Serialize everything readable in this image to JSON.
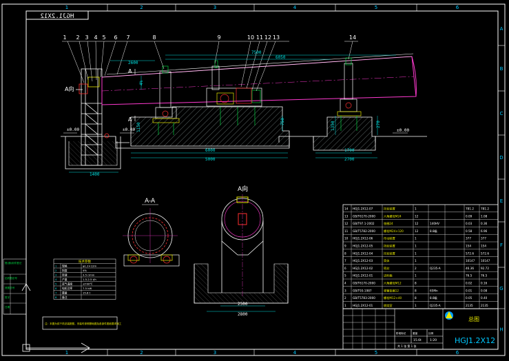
{
  "colors": {
    "background": "#000000",
    "frame": "#ffffff",
    "grid_text": "#00c8ff",
    "drum": "#ff3ad0",
    "structure": "#ffffff",
    "dimension": "#00e0e0",
    "green": "#00d040",
    "yellow": "#e8e800",
    "red": "#ff3030",
    "hatch": "#c8c8c8",
    "table_text": "#ffffff"
  },
  "border": {
    "columns": [
      "1",
      "2",
      "3",
      "4",
      "5",
      "6"
    ],
    "rows": [
      "A",
      "B",
      "C",
      "D",
      "E",
      "F",
      "G",
      "H"
    ]
  },
  "corner_stamp": "HGJ1.2X12",
  "main_view": {
    "part_numbers": [
      "1",
      "2",
      "3",
      "4",
      "5",
      "6",
      "7",
      "8",
      "9",
      "10",
      "11",
      "12",
      "13",
      "14"
    ],
    "section_label": "A",
    "view_marker": "A向",
    "dims": {
      "total_length": "7500",
      "segment_a": "2600",
      "segment_b": "6050",
      "base_span_1": "6000",
      "base_span_2": "5000",
      "base_right_1": "1700",
      "base_right_2": "2700",
      "left_width": "1400",
      "elev_left": "±0.00",
      "elev_mid": "±0.00",
      "elev_right": "±0.00",
      "small_a": "750",
      "small_b": "1350",
      "small_c": "1150",
      "small_d": "270",
      "slope_label": "4%"
    }
  },
  "section_aa": {
    "label": "A-A"
  },
  "view_a": {
    "label": "A向",
    "dim_1": "2500",
    "dim_2": "2800"
  },
  "left_table": {
    "title": "技术参数",
    "rows": [
      [
        "1",
        "规格",
        "φ1.2×12m"
      ],
      [
        "2",
        "斜度",
        "4%"
      ],
      [
        "3",
        "转速",
        "3.5 r/min"
      ],
      [
        "4",
        "产量",
        "1.5-2.5 t/h"
      ],
      [
        "5",
        "进气温度",
        "≤700℃"
      ],
      [
        "6",
        "电机功率",
        "7.5 kW"
      ],
      [
        "7",
        "重量",
        "15.6 t"
      ],
      [
        "8",
        "备注",
        ""
      ]
    ]
  },
  "note_box": {
    "text": "注：本图为烘干机总装配图，安装时参照基础图及各部件图纸要求施工"
  },
  "left_margin_labels": [
    "借(通)用件登记",
    "旧底图总号",
    "底图总号",
    "签字",
    "日期"
  ],
  "bom": {
    "rows": [
      [
        "14",
        "HGJ1.2X12-07",
        "托轮装置",
        "1",
        "",
        "781.2",
        "781.2"
      ],
      [
        "13",
        "GB/T6170-2000",
        "六角螺母M24",
        "12",
        "",
        "0.09",
        "1.08"
      ],
      [
        "12",
        "GB/T97.1-2002",
        "垫圈24",
        "12",
        "140HV",
        "0.03",
        "0.36"
      ],
      [
        "11",
        "GB/T5782-2000",
        "螺栓M24×120",
        "12",
        "8.8级",
        "0.58",
        "6.96"
      ],
      [
        "10",
        "HGJ1.2X12-06",
        "传动装置",
        "1",
        "",
        "377",
        "377"
      ],
      [
        "9",
        "HGJ1.2X12-05",
        "挡轮装置",
        "1",
        "",
        "154",
        "154"
      ],
      [
        "8",
        "HGJ1.2X12-04",
        "托轮装置",
        "1",
        "",
        "572.6",
        "572.6"
      ],
      [
        "7",
        "HGJ1.2X12-03",
        "筒体",
        "1",
        "",
        "10147",
        "10147"
      ],
      [
        "6",
        "HGJ1.2X12-02",
        "密封",
        "2",
        "Q235-A",
        "46.36",
        "92.72"
      ],
      [
        "5",
        "HGJ1.2X12-01",
        "进料箱",
        "1",
        "",
        "76.5",
        "76.5"
      ],
      [
        "4",
        "GB/T6170-2000",
        "六角螺母M12",
        "8",
        "",
        "0.02",
        "0.16"
      ],
      [
        "3",
        "GB/T93-1987",
        "弹簧垫圈12",
        "8",
        "65Mn",
        "0.01",
        "0.08"
      ],
      [
        "2",
        "GB/T5783-2000",
        "螺栓M12×40",
        "8",
        "8.8级",
        "0.05",
        "0.40"
      ],
      [
        "1",
        "HGJ1.2X12-01",
        "燃烧室",
        "1",
        "Q235-A",
        "2135",
        "2135"
      ]
    ]
  },
  "title_block": {
    "name": "总图",
    "code": "HGJ1.2X12",
    "scale_labels": [
      "阶段标记",
      "重量",
      "比例"
    ],
    "scale_values": [
      "",
      "15.6t",
      "1:20"
    ],
    "sheet": "共 1 张 第 1 张"
  }
}
